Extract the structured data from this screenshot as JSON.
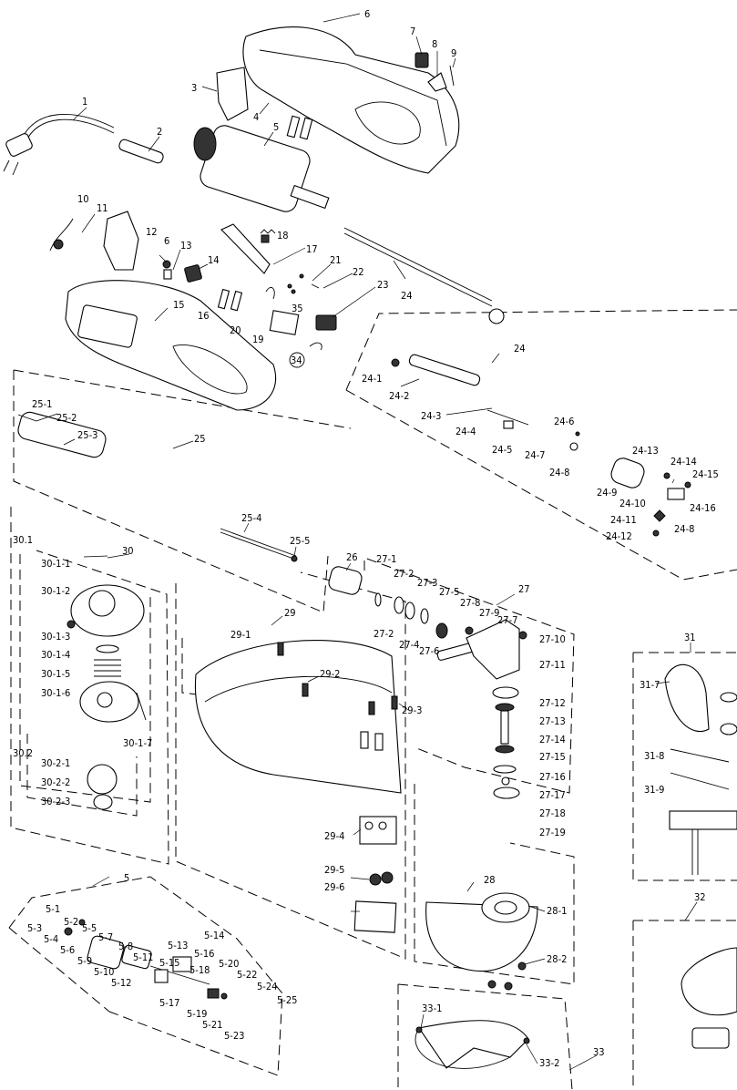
{
  "labels": {
    "p1": "1",
    "p2": "2",
    "p3": "3",
    "p4": "4",
    "p5": "5",
    "p6": "6",
    "p7": "7",
    "p8": "8",
    "p9": "9",
    "p10": "10",
    "p11": "11",
    "p12": "12",
    "p6b": "6",
    "p13": "13",
    "p14": "14",
    "p15": "15",
    "p16": "16",
    "p17": "17",
    "p18": "18",
    "p19": "19",
    "p20": "20",
    "p21": "21",
    "p22": "22",
    "p23": "23",
    "p24": "24",
    "p34": "34",
    "p35": "35",
    "g24": "24",
    "g24_1": "24-1",
    "g24_2": "24-2",
    "g24_3": "24-3",
    "g24_4": "24-4",
    "g24_5": "24-5",
    "g24_6": "24-6",
    "g24_7": "24-7",
    "g24_8": "24-8",
    "g24_9": "24-9",
    "g24_10": "24-10",
    "g24_11": "24-11",
    "g24_12": "24-12",
    "g24_13": "24-13",
    "g24_14": "24-14",
    "g24_15": "24-15",
    "g24_16": "24-16",
    "g24_8b": "24-8",
    "g25": "25",
    "g25_1": "25-1",
    "g25_2": "25-2",
    "g25_3": "25-3",
    "g25_4": "25-4",
    "g25_5": "25-5",
    "p26": "26",
    "g27": "27",
    "g27_1": "27-1",
    "g27_2": "27-2",
    "g27_3": "27-3",
    "g27_2b": "27-2",
    "g27_4": "27-4",
    "g27_5": "27-5",
    "g27_6": "27-6",
    "g27_7": "27-7",
    "g27_8": "27-8",
    "g27_9": "27-9",
    "g27_10": "27-10",
    "g27_11": "27-11",
    "g27_12": "27-12",
    "g27_13": "27-13",
    "g27_14": "27-14",
    "g27_15": "27-15",
    "g27_16": "27-16",
    "g27_17": "27-17",
    "g27_18": "27-18",
    "g27_19": "27-19",
    "g29": "29",
    "g29_1": "29-1",
    "g29_2": "29-2",
    "g29_3": "29-3",
    "g29_4": "29-4",
    "g29_5": "29-5",
    "g29_6": "29-6",
    "g30": "30",
    "g30_1": "30.1",
    "g30_1_1": "30-1-1",
    "g30_1_2": "30-1-2",
    "g30_1_3": "30-1-3",
    "g30_1_4": "30-1-4",
    "g30_1_5": "30-1-5",
    "g30_1_6": "30-1-6",
    "g30_1_7": "30-1-7",
    "g30_2": "30.2",
    "g30_2_1": "30-2-1",
    "g30_2_2": "30-2-2",
    "g30_2_3": "30-2-3",
    "g28": "28",
    "g28_1": "28-1",
    "g28_2": "28-2",
    "g31": "31",
    "g31_7": "31-7",
    "g31_8": "31-8",
    "g31_9": "31-9",
    "g32": "32",
    "g33": "33",
    "g33_1": "33-1",
    "g33_2": "33-2",
    "g5": "5",
    "g5_1": "5-1",
    "g5_2": "5-2",
    "g5_3": "5-3",
    "g5_4": "5-4",
    "g5_5": "5-5",
    "g5_6": "5-6",
    "g5_7": "5-7",
    "g5_8": "5-8",
    "g5_9": "5-9",
    "g5_10": "5-10",
    "g5_11": "5-11",
    "g5_12": "5-12",
    "g5_13": "5-13",
    "g5_14": "5-14",
    "g5_15": "5-15",
    "g5_16": "5-16",
    "g5_17": "5-17",
    "g5_18": "5-18",
    "g5_19": "5-19",
    "g5_20": "5-20",
    "g5_21": "5-21",
    "g5_22": "5-22",
    "g5_23": "5-23",
    "g5_24": "5-24",
    "g5_25": "5-25"
  }
}
